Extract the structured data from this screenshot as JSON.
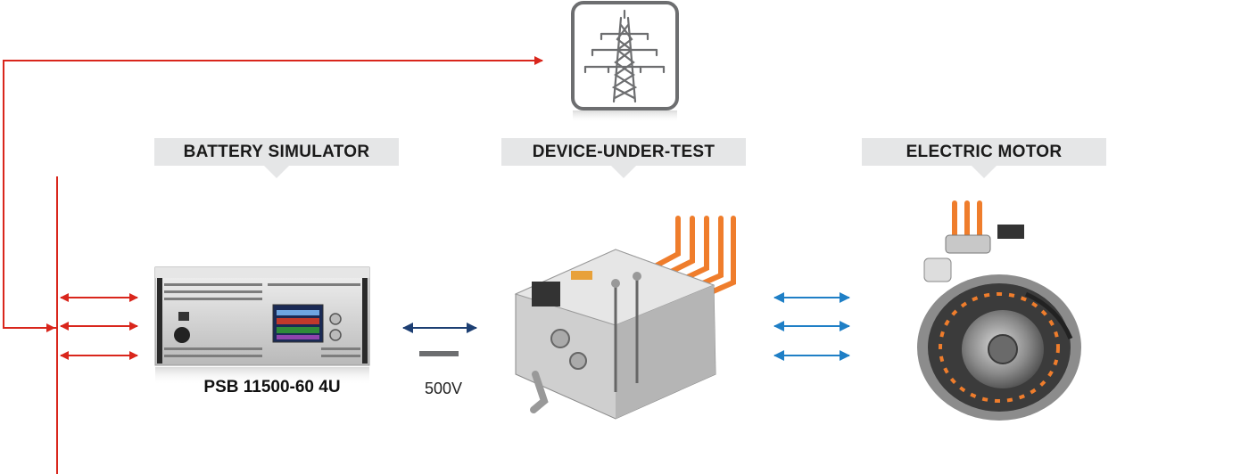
{
  "labels": {
    "battery_simulator": "BATTERY SIMULATOR",
    "device_under_test": "DEVICE-UNDER-TEST",
    "electric_motor": "ELECTRIC MOTOR"
  },
  "captions": {
    "model": "PSB 11500-60 4U",
    "voltage": "500V"
  },
  "icons": {
    "grid": "power-pylon-icon",
    "dc": "dc-symbol-icon"
  },
  "colors": {
    "red": "#d9261c",
    "navy": "#1d3f73",
    "blue": "#1f7fc6",
    "label_bg": "#e5e6e7",
    "orange": "#ef7d2c"
  }
}
